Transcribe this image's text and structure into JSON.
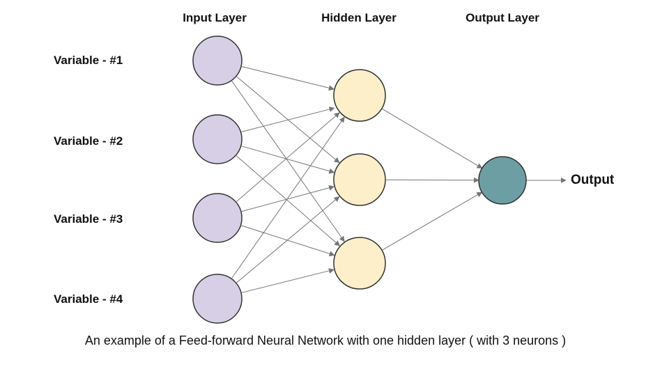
{
  "headers": {
    "input": "Input Layer",
    "hidden": "Hidden Layer",
    "output": "Output Layer"
  },
  "variables": [
    "Variable - #1",
    "Variable - #2",
    "Variable - #3",
    "Variable - #4"
  ],
  "output_label": "Output",
  "caption": "An example of a Feed-forward Neural Network with one hidden layer ( with 3 neurons )",
  "network": {
    "type": "feed-forward neural network",
    "input_neurons": 4,
    "hidden_neurons": 3,
    "output_neurons": 1,
    "hidden_layers": 1
  },
  "colors": {
    "input_node_fill": "#d6cfe6",
    "hidden_node_fill": "#fcefc9",
    "output_node_fill": "#6d9ea4",
    "node_border": "#333333",
    "edge": "#757575",
    "text": "#111111"
  }
}
